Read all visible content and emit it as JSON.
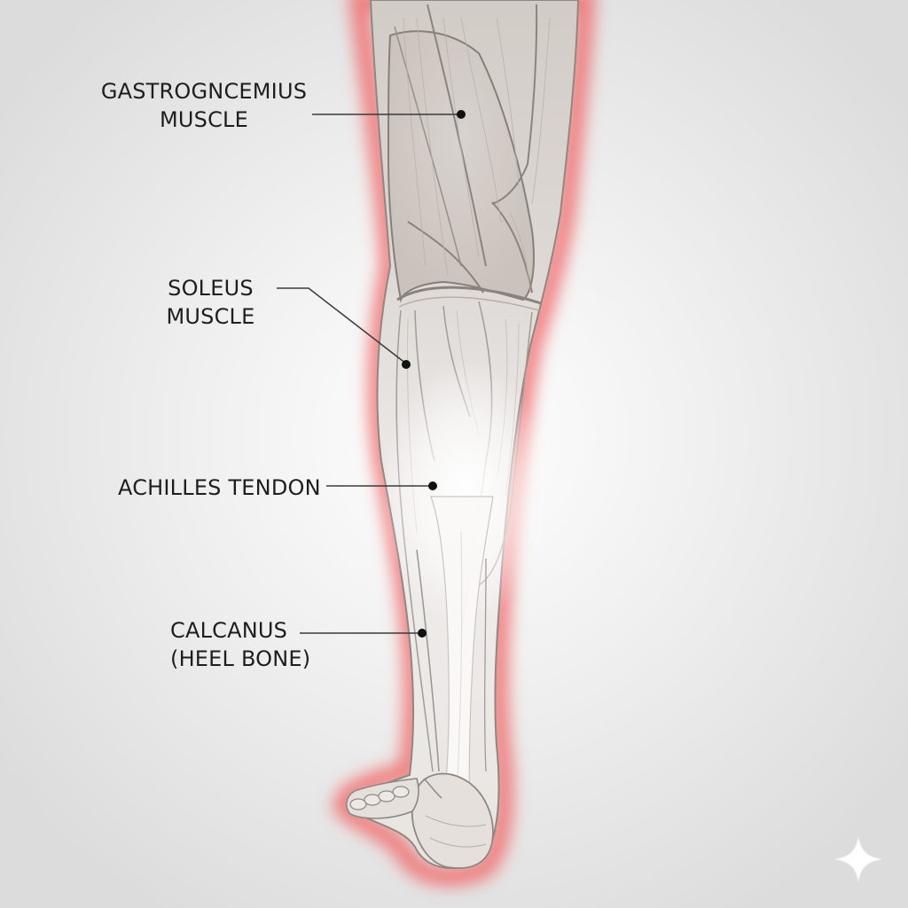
{
  "labels": {
    "gastrocnemius": [
      "GASTROGNCEMIUS",
      "MUSCLE"
    ],
    "soleus": [
      "SOLEUS",
      "MUSCLE"
    ],
    "achilles": [
      "ACHILLES TENDON"
    ],
    "calcaneus": [
      "CALCANUS",
      "(HEEL BONE)"
    ]
  },
  "colors": {
    "background": "#e6e6e6",
    "highlight_glow": "#f06a6a",
    "leg_fill": "#e3dfdc",
    "tendon_fill": "#faf9f7",
    "leader_line": "#3a3a3a"
  },
  "icons": [
    "sparkle-icon"
  ]
}
